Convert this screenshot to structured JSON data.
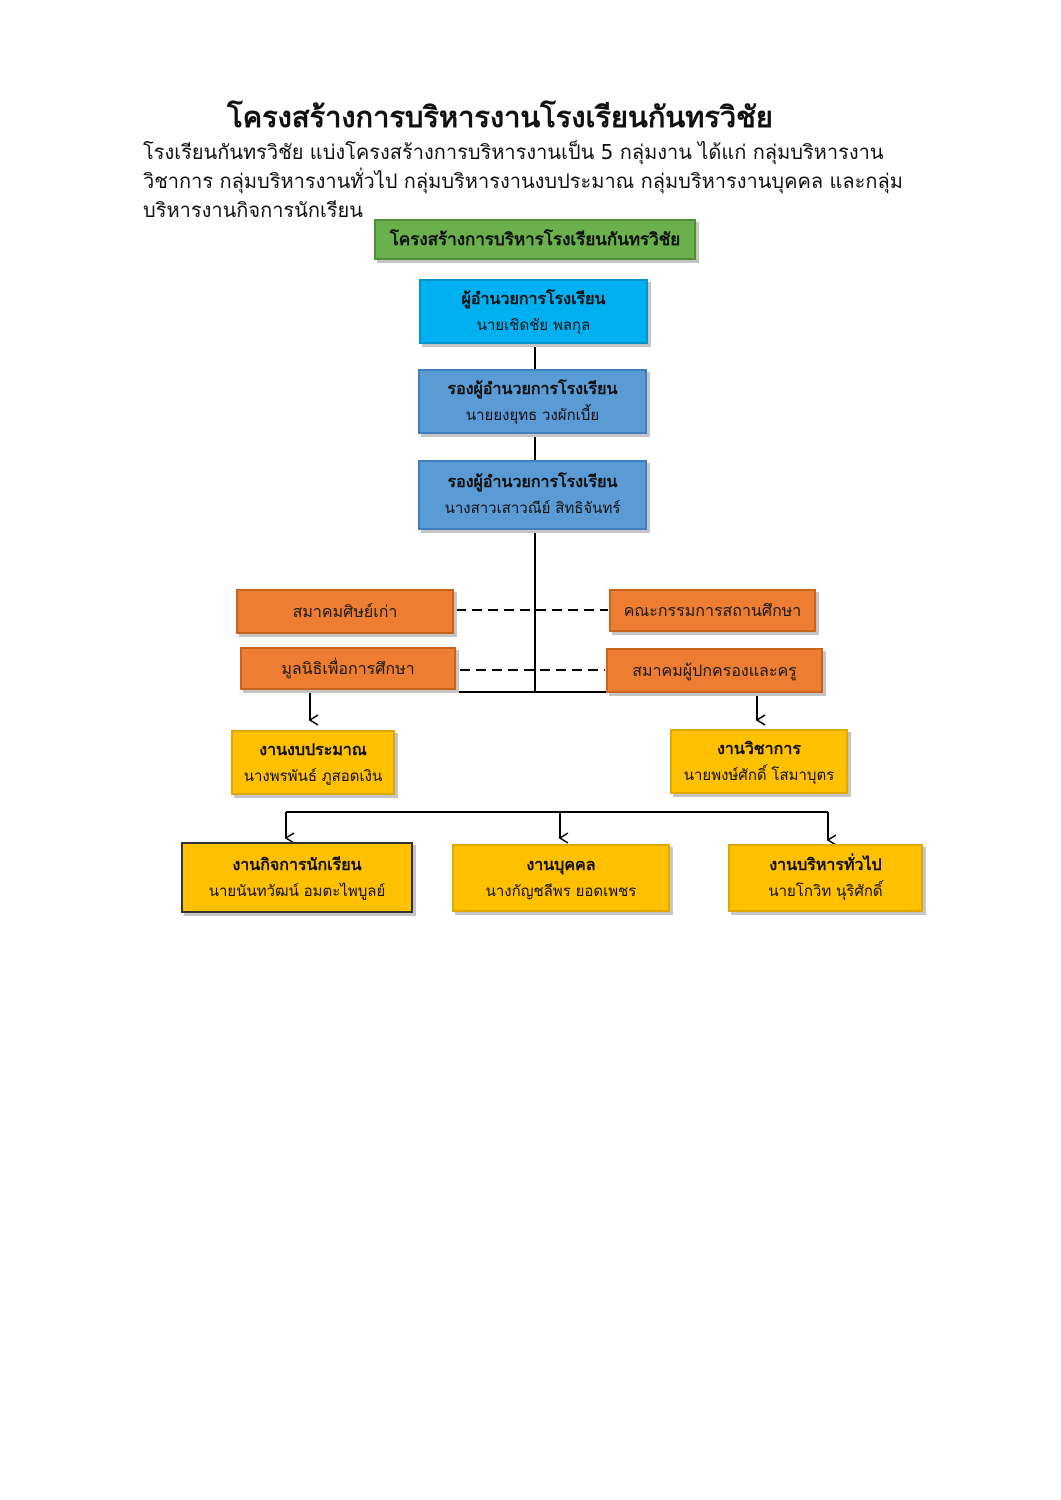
{
  "heading": "โครงสร้างการบริหารงานโรงเรียนกันทรวิชัย",
  "intro": [
    "โรงเรียนกันทรวิชัย แบ่งโครงสร้างการบริหารงานเป็น 5 กลุ่มงาน ได้แก่  กลุ่มบริหารงาน",
    "วิชาการ กลุ่มบริหารงานทั่วไป กลุ่มบริหารงานงบประมาณ กลุ่มบริหารงานบุคคล และกลุ่ม",
    "บริหารงานกิจการนักเรียน"
  ],
  "chart": {
    "title": "โครงสร้างการบริหารโรงเรียนกันทรวิชัย",
    "director": {
      "role": "ผู้อำนวยการโรงเรียน",
      "name": "นายเชิดชัย พลกุล"
    },
    "deputy1": {
      "role": "รองผู้อำนวยการโรงเรียน",
      "name": "นายยงยุทธ วงผักเบี้ย"
    },
    "deputy2": {
      "role": "รองผู้อำนวยการโรงเรียน",
      "name": "นางสาวเสาวณีย์ สิทธิจันทร์"
    },
    "alumni": "สมาคมศิษย์เก่า",
    "board": "คณะกรรมการสถานศึกษา",
    "foundation": "มูลนิธิเพื่อการศึกษา",
    "parents": "สมาคมผู้ปกครองและครู",
    "budget": {
      "role": "งานงบประมาณ",
      "name": "นางพรพันธ์ ภูสอดเงิน"
    },
    "academic": {
      "role": "งานวิชาการ",
      "name": "นายพงษ์ศักดิ์ โสมาบุตร"
    },
    "student": {
      "role": "งานกิจการนักเรียน",
      "name": "นายนันทวัฒน์ อมตะไพบูลย์"
    },
    "personnel": {
      "role": "งานบุคคล",
      "name": "นางกัญชลีพร ยอดเพชร"
    },
    "general": {
      "role": "งานบริหารทั่วไป",
      "name": "นายโกวิท นุริศักดิ์"
    }
  }
}
